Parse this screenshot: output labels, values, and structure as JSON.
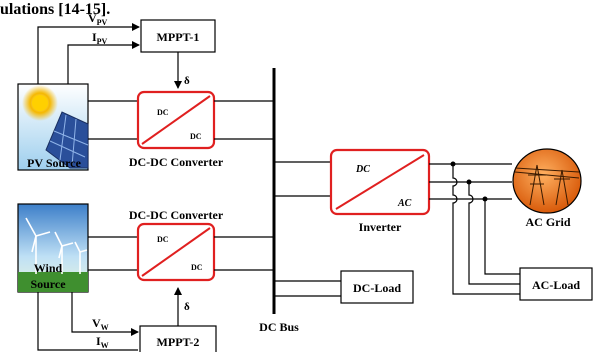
{
  "caption_fragment": "ulations [14-15].",
  "labels": {
    "mppt1": "MPPT-1",
    "mppt2": "MPPT-2",
    "delta_top": "δ",
    "delta_bottom": "δ",
    "pv_source": "PV Source",
    "wind_source_line1": "Wind",
    "wind_source_line2": "Source",
    "dcdc_top_caption": "DC-DC Converter",
    "dcdc_bottom_caption": "DC-DC Converter",
    "dc_text": "DC",
    "ac_text": "AC",
    "inverter": "Inverter",
    "ac_grid": "AC Grid",
    "dc_load": "DC-Load",
    "ac_load": "AC-Load",
    "dc_bus": "DC Bus"
  },
  "signals": {
    "v_pv": {
      "main": "V",
      "sub": "PV"
    },
    "i_pv": {
      "main": "I",
      "sub": "PV"
    },
    "v_w": {
      "main": "V",
      "sub": "W"
    },
    "i_w": {
      "main": "I",
      "sub": "W"
    }
  },
  "colors": {
    "converter_border": "#e02020",
    "line": "#000000",
    "sky_top": "#ffffff",
    "sky_bottom": "#9ecfee",
    "sun": "#f5b800",
    "panel": "#2a4f9a",
    "grass": "#3f8f2f",
    "grid_globe": "#e56a10"
  }
}
